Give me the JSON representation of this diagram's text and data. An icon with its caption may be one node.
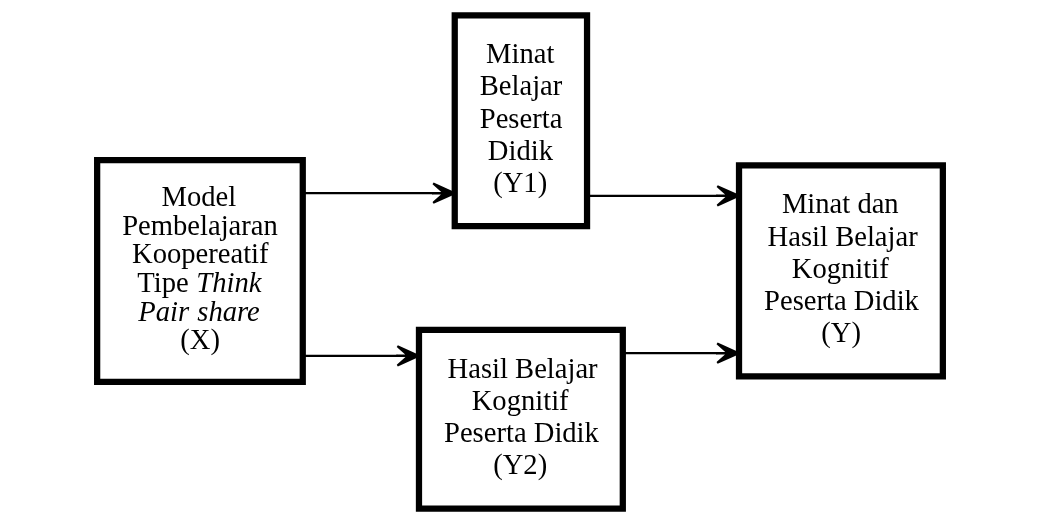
{
  "diagram": {
    "nodes": [
      {
        "text": [
          "Model Pembelajaran Koopereatif Tipe *Think Pair share* (X)"
        ]
      },
      {
        "text": [
          "Minat Belajar Peserta Didik (Y1)"
        ]
      },
      {
        "text": [
          "Hasil Belajar Kognitif Peserta Didik (Y2)"
        ]
      },
      {
        "text": [
          "Minat dan Hasil Belajar Kognitif Peserta Didik (Y)"
        ]
      }
    ],
    "edges": [
      {
        "from": 0,
        "to": 1,
        "arrow": "to"
      },
      {
        "from": 0,
        "to": 2,
        "arrow": "to"
      },
      {
        "from": 1,
        "to": 3,
        "arrow": "to"
      },
      {
        "from": 2,
        "to": 3,
        "arrow": "to"
      }
    ]
  }
}
